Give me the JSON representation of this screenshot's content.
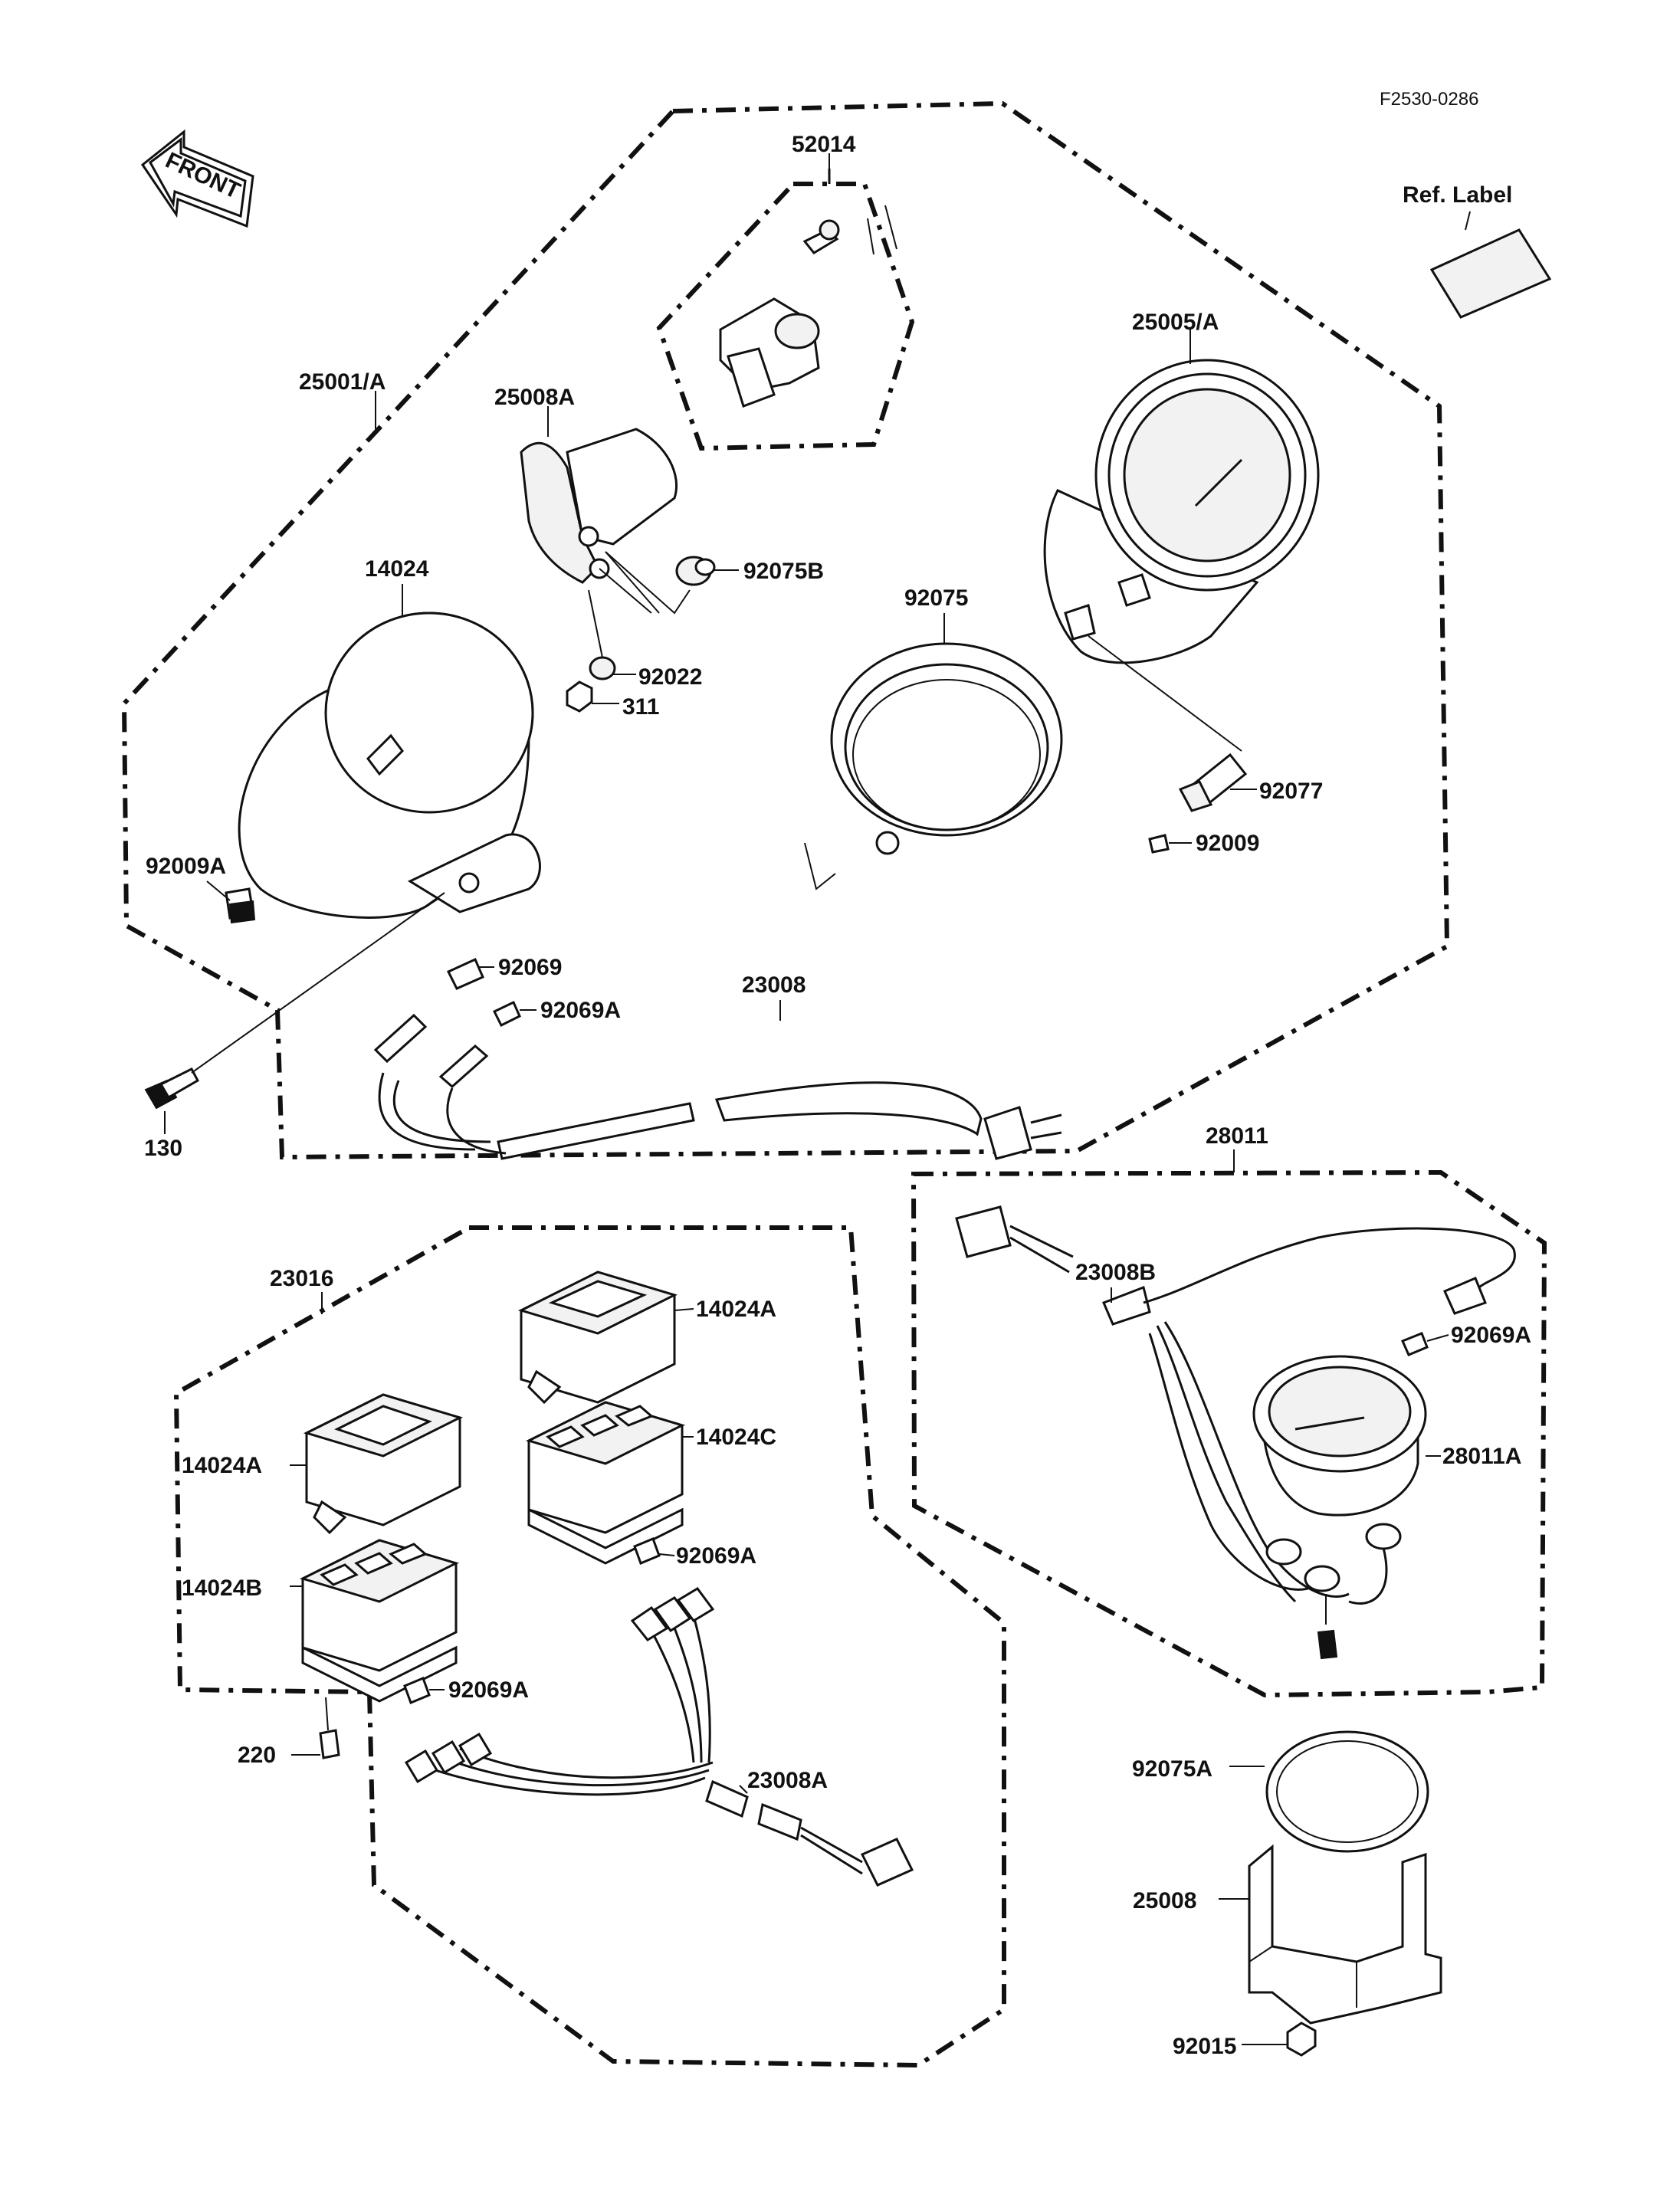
{
  "header": {
    "figure_code": "F2530-0286",
    "front_label": "FRONT",
    "ref_label": "Ref. Label"
  },
  "callouts": {
    "p52014": "52014",
    "p25001A": "25001/A",
    "p25008A": "25008A",
    "p25005A": "25005/A",
    "p14024": "14024",
    "p92075B": "92075B",
    "p92075": "92075",
    "p92022": "92022",
    "p311": "311",
    "p92077": "92077",
    "p92009": "92009",
    "p92009A": "92009A",
    "p92069": "92069",
    "p92069A_top": "92069A",
    "p23008": "23008",
    "p130": "130",
    "p28011": "28011",
    "p23008B": "23008B",
    "p92069A_right": "92069A",
    "p28011A": "28011A",
    "p23016": "23016",
    "p14024A_top": "14024A",
    "p14024C": "14024C",
    "p14024A_left": "14024A",
    "p92069A_mid": "92069A",
    "p14024B": "14024B",
    "p92069A_low": "92069A",
    "p220": "220",
    "p23008A": "23008A",
    "p92075A": "92075A",
    "p25008": "25008",
    "p92015": "92015"
  }
}
